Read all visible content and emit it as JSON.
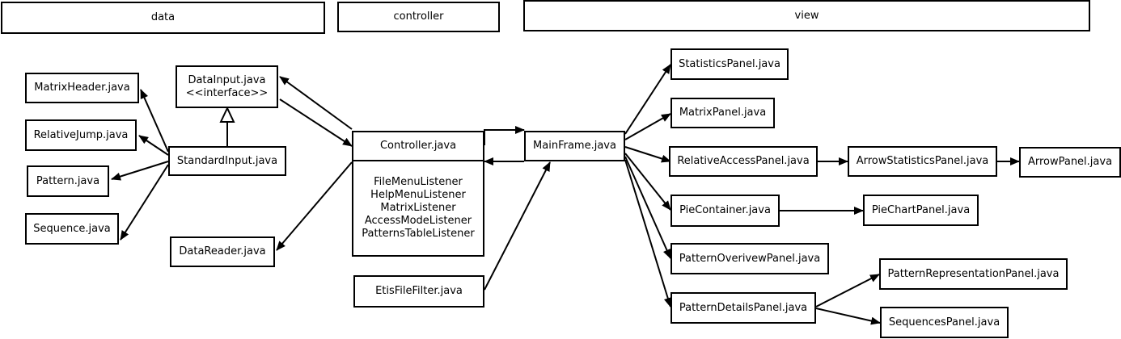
{
  "headers": {
    "data": "data",
    "controller": "controller",
    "view": "view"
  },
  "nodes": {
    "data_input": "DataInput.java\n<<interface>>",
    "matrix_header": "MatrixHeader.java",
    "relative_jump": "RelativeJump.java",
    "pattern": "Pattern.java",
    "sequence": "Sequence.java",
    "standard_input": "StandardInput.java",
    "data_reader": "DataReader.java",
    "controller": "Controller.java",
    "listeners": "FileMenuListener\nHelpMenuListener\nMatrixListener\nAccessModeListener\nPatternsTableListener",
    "etis_file_filter": "EtisFileFilter.java",
    "main_frame": "MainFrame.java",
    "statistics_panel": "StatisticsPanel.java",
    "matrix_panel": "MatrixPanel.java",
    "relative_access_panel": "RelativeAccessPanel.java",
    "arrow_statistics_panel": "ArrowStatisticsPanel.java",
    "arrow_panel": "ArrowPanel.java",
    "pie_container": "PieContainer.java",
    "pie_chart_panel": "PieChartPanel.java",
    "pattern_overview_panel": "PatternOverivewPanel.java",
    "pattern_details_panel": "PatternDetailsPanel.java",
    "pattern_representation_panel": "PatternRepresentationPanel.java",
    "sequences_panel": "SequencesPanel.java"
  }
}
